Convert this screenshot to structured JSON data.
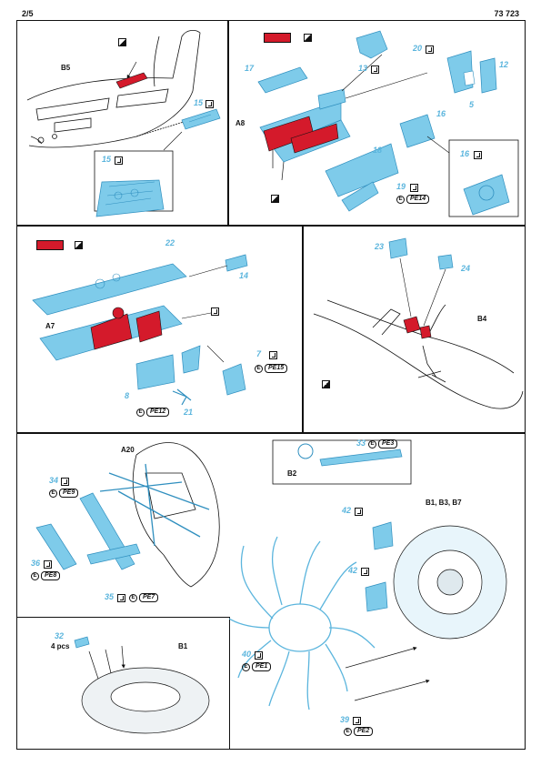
{
  "header": {
    "page": "2/5",
    "kit_number": "73 723"
  },
  "colors": {
    "photoetch": "#7ecbea",
    "photoetch_stroke": "#2f8fbf",
    "prepainted": "#d41a2b",
    "line": "#111111",
    "part_number": "#5bb5dd"
  },
  "icons": {
    "fold": "fold-icon",
    "sand": "half-shade-icon",
    "prepainted": "red-swatch-icon",
    "pe_reference": "pe-reference-icon"
  },
  "panels": {
    "p1": {
      "refs": [
        "B5"
      ],
      "parts": [
        "15",
        "15"
      ]
    },
    "p2": {
      "refs": [
        "A8"
      ],
      "parts": [
        "17",
        "13",
        "20",
        "12",
        "5",
        "16",
        "16",
        "18",
        "19"
      ],
      "pe": [
        "PE14"
      ]
    },
    "p3": {
      "refs": [
        "A7"
      ],
      "parts": [
        "22",
        "14",
        "7",
        "8",
        "21"
      ],
      "pe": [
        "PE15",
        "PE12"
      ]
    },
    "p4": {
      "refs": [
        "B4"
      ],
      "parts": [
        "23",
        "24"
      ]
    },
    "p5": {
      "refs": [
        "A20"
      ],
      "parts": [
        "34",
        "36",
        "35"
      ],
      "pe": [
        "PE9",
        "PE8",
        "PE7"
      ]
    },
    "p6": {
      "refs": [
        "B2",
        "B1, B3, B7"
      ],
      "parts": [
        "33",
        "42",
        "42",
        "40",
        "39"
      ],
      "pe": [
        "PE3",
        "PE1",
        "PE2"
      ]
    },
    "p7": {
      "refs": [
        "B1"
      ],
      "parts": [
        "32"
      ],
      "note": "4 pcs"
    }
  }
}
